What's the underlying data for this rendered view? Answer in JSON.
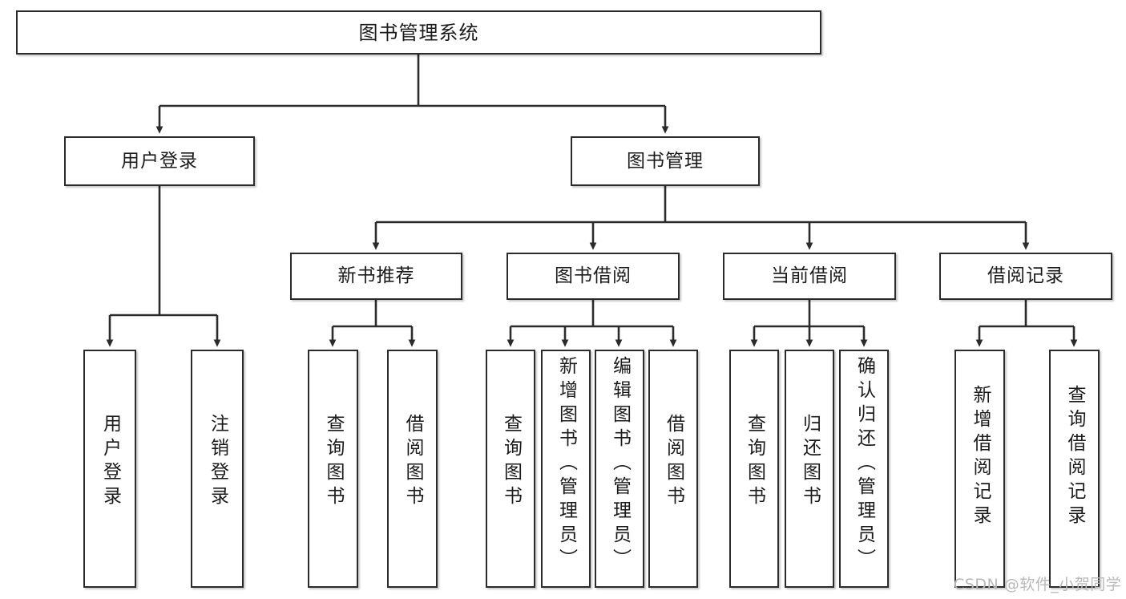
{
  "diagram": {
    "title_node": {
      "label": "图书管理系统"
    },
    "level2": [
      {
        "label": "用户登录"
      },
      {
        "label": "图书管理"
      }
    ],
    "level3": [
      {
        "label": "新书推荐"
      },
      {
        "label": "图书借阅"
      },
      {
        "label": "当前借阅"
      },
      {
        "label": "借阅记录"
      }
    ],
    "leaves": [
      {
        "label": "用户登录"
      },
      {
        "label": "注销登录"
      },
      {
        "label": "查询图书"
      },
      {
        "label": "借阅图书"
      },
      {
        "label": "查询图书"
      },
      {
        "label": "新增图书（管理员）"
      },
      {
        "label": "编辑图书（管理员）"
      },
      {
        "label": "借阅图书"
      },
      {
        "label": "查询图书"
      },
      {
        "label": "归还图书"
      },
      {
        "label": "确认归还（管理员）"
      },
      {
        "label": "新增借阅记录"
      },
      {
        "label": "查询借阅记录"
      }
    ],
    "colors": {
      "stroke": "#2b2b2b",
      "text": "#1b1b1b",
      "background": "#ffffff",
      "watermark": "#b9b9b9"
    }
  },
  "watermark": {
    "text": "CSDN @软件_小贺同学"
  }
}
